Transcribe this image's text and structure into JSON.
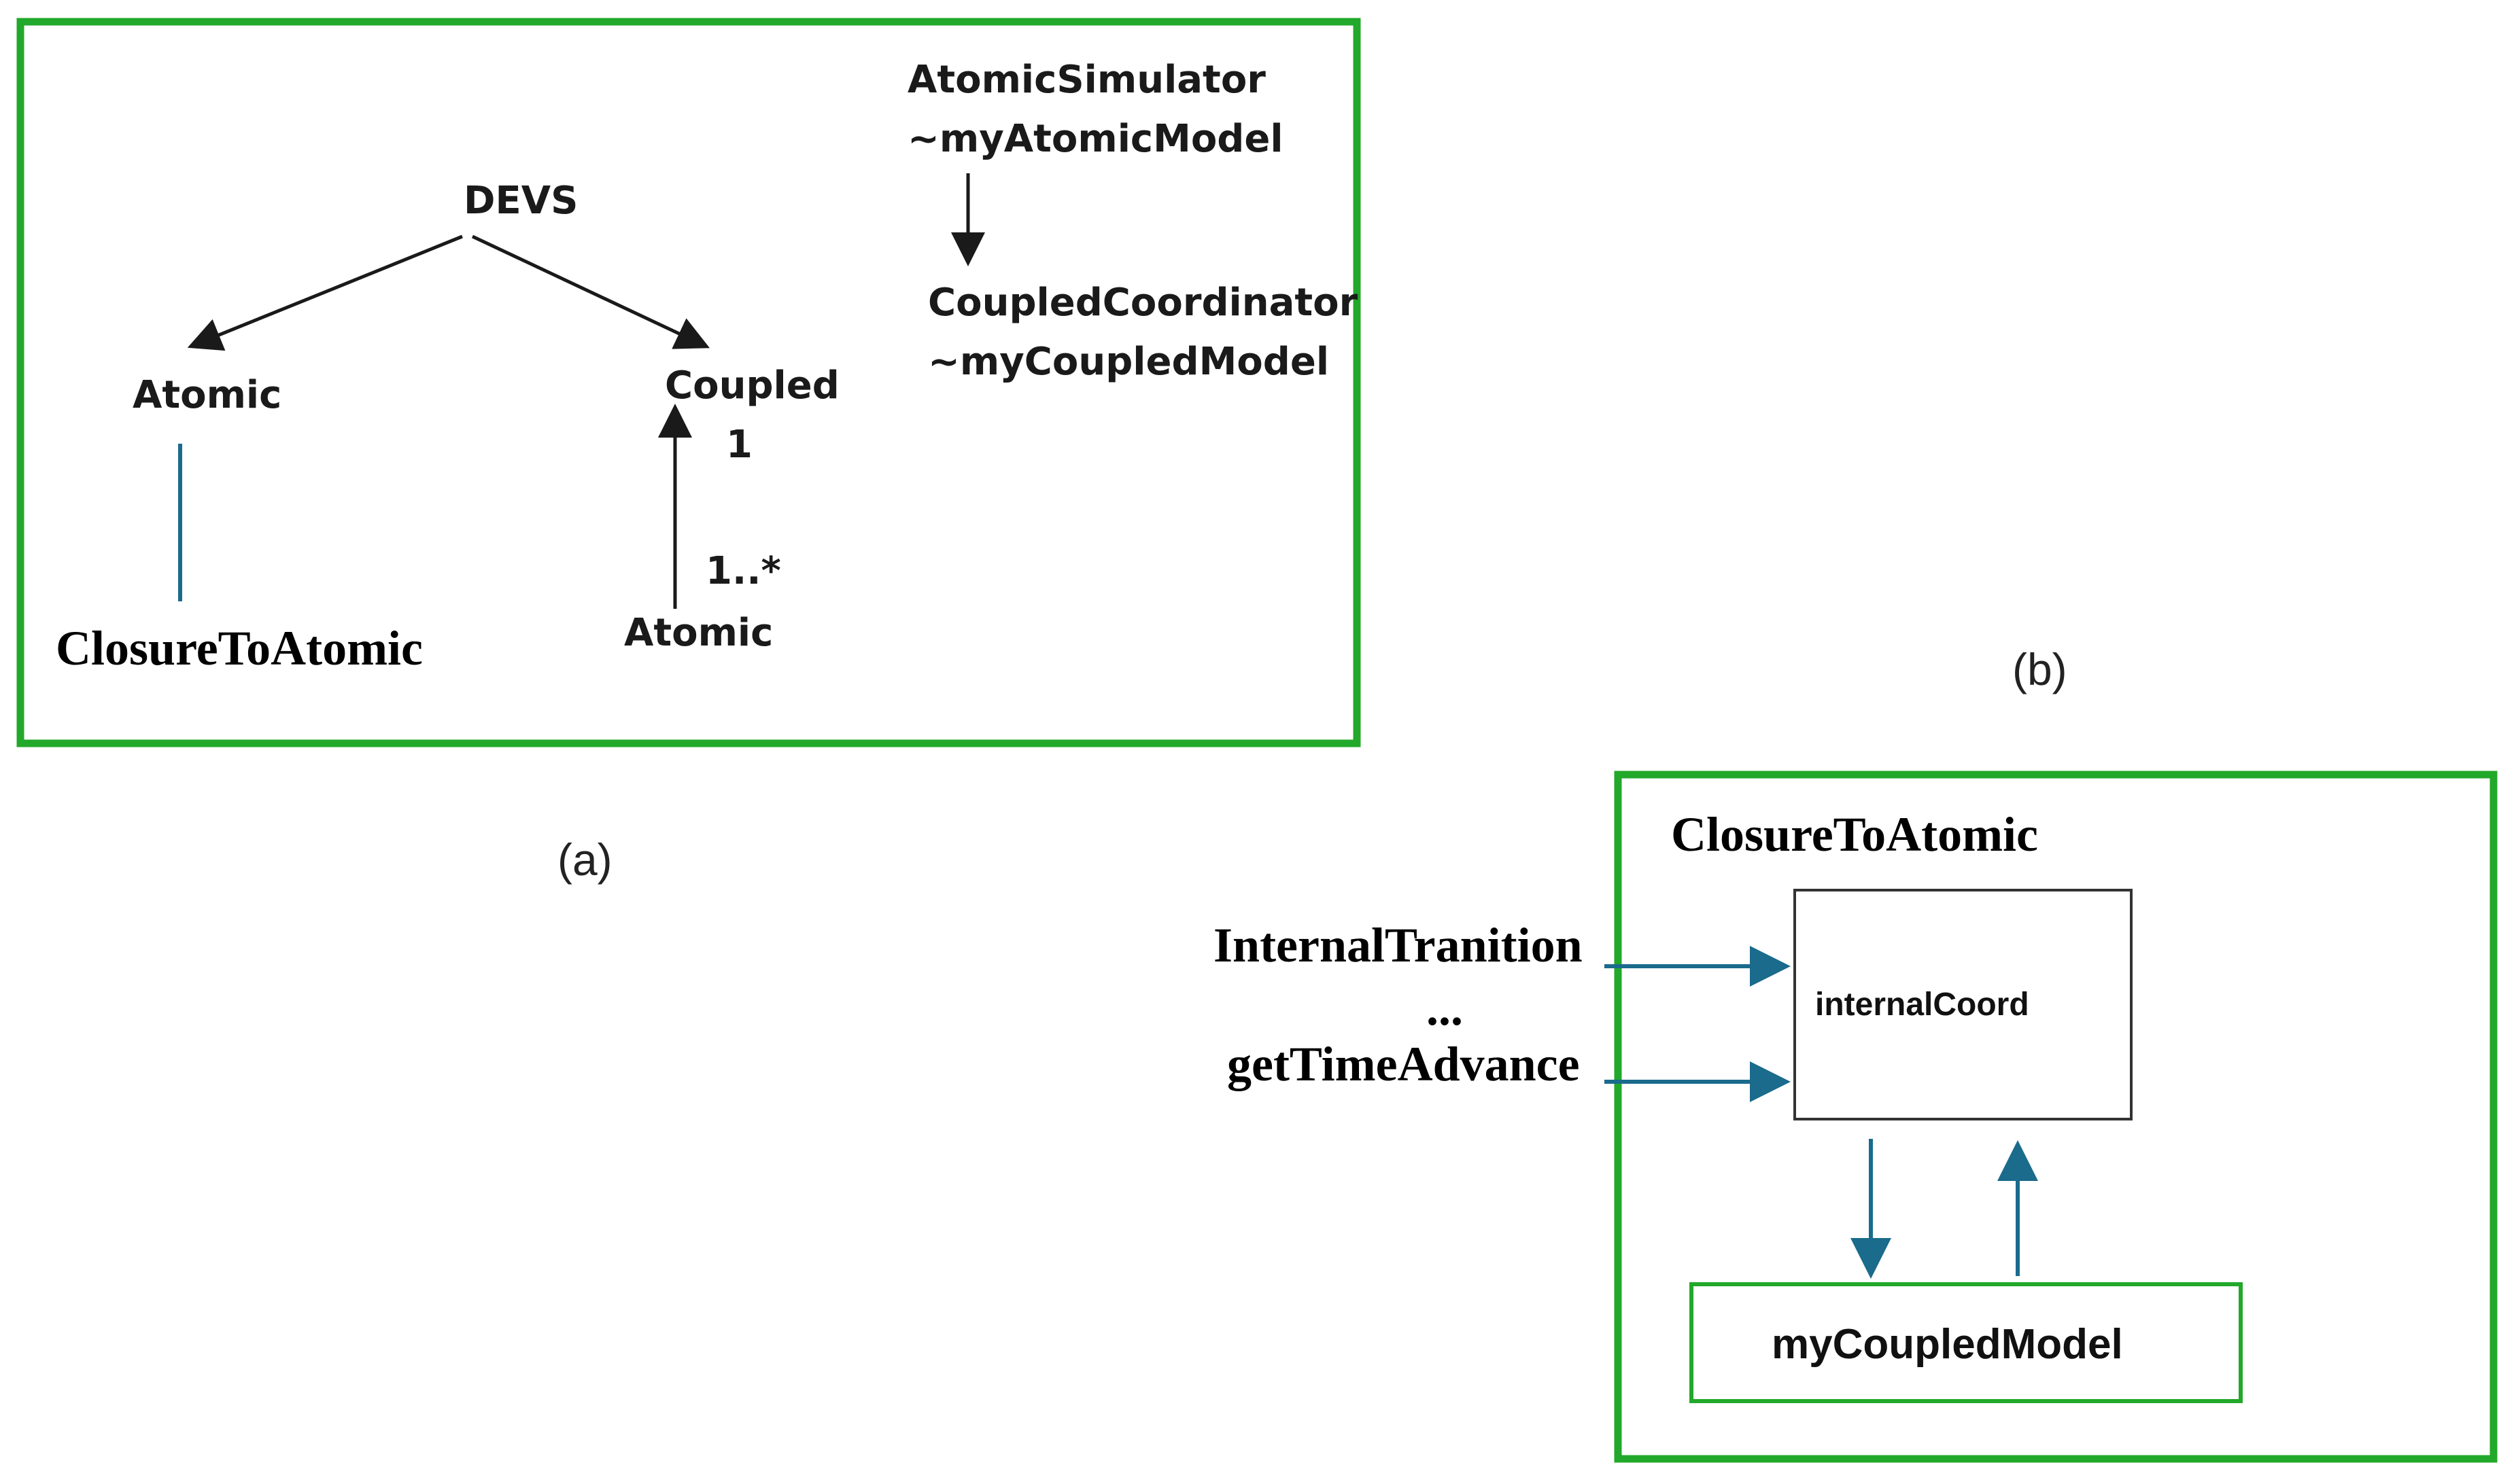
{
  "panel_a": {
    "root_label": "DEVS",
    "atomic_left_label": "Atomic",
    "coupled_label": "Coupled",
    "multiplicity_one": "1",
    "multiplicity_many": "1..*",
    "atomic_bottom_label": "Atomic",
    "closure_label": "ClosureToAtomic",
    "simulator_line1": "AtomicSimulator",
    "simulator_line2": "~myAtomicModel",
    "coordinator_line1": "CoupledCoordinator",
    "coordinator_line2": "~myCoupledModel",
    "caption": "(a)"
  },
  "panel_b": {
    "caption": "(b)",
    "title": "ClosureToAtomic",
    "input_top": "InternalTranition",
    "input_ellipsis": "...",
    "input_bottom": "getTimeAdvance",
    "inner_box_label": "internalCoord",
    "model_box_label": "myCoupledModel"
  },
  "colors": {
    "frame_green": "#22a82a",
    "arrow_teal": "#1a6b8c",
    "arrow_black": "#1a1a1a"
  }
}
